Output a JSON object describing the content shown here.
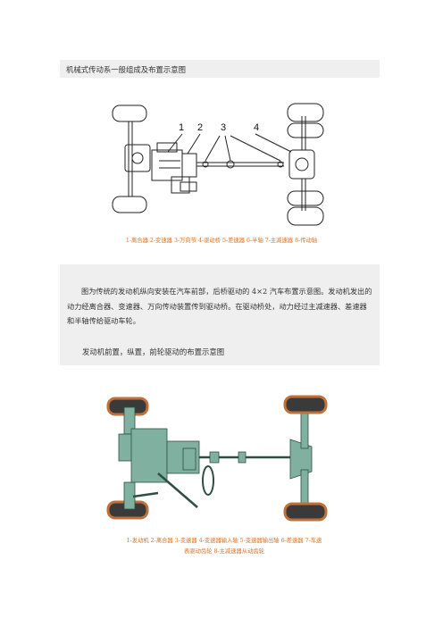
{
  "section1": {
    "heading": "机械式传动系一般组成及布置示意图"
  },
  "figure1": {
    "labels": [
      "1",
      "2",
      "3",
      "4"
    ],
    "caption": "1-离合器  2-变速器  3-万向节  4-驱动桥  5-差速器  6-半轴  7-主减速器  8-传动轴"
  },
  "section2": {
    "paragraph": "图为传统的发动机纵向安装在汽车前部，后桥驱动的  4×2  汽车布置示意图。发动机发出的动力经离合器、变速器、万向传动装置传到驱动桥。在驱动桥处，动力经过主减速器、差速器和半轴传给驱动车轮。",
    "heading": "发动机前置，纵置，前轮驱动的布置示意图"
  },
  "figure2": {
    "caption_line1": "1-发动机  2-离合器  3-变速器  4-变速器输入轴  5-变速器输出轴  6-差速器  7-车速",
    "caption_line2": "表驱动齿轮  8-主减速器从动齿轮"
  },
  "colors": {
    "caption": "#d4742a",
    "box": "#efefef",
    "chassis": "#7fb0a0",
    "tire": "#c0703a"
  }
}
